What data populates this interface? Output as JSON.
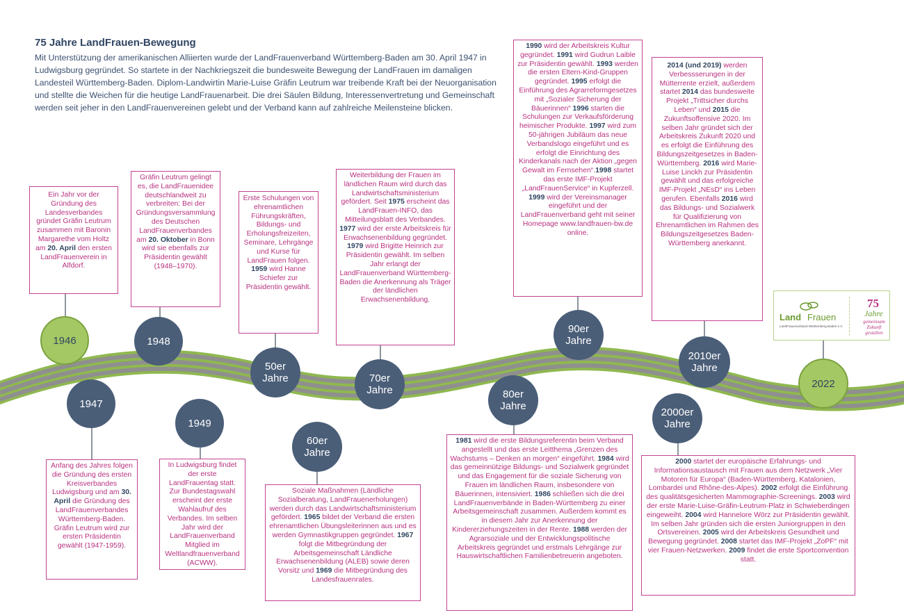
{
  "intro": {
    "title": "75 Jahre LandFrauen-Bewegung",
    "text": "Mit Unterstützung der amerikanischen Alliierten wurde der LandFrauenverband Württemberg-Baden am 30. April 1947 in Ludwigsburg gegründet. So startete in der Nachkriegszeit die bundesweite Bewegung der LandFrauen im damaligen Landesteil Württemberg-Baden. Diplom-Landwirtin Marie-Luise Gräfin Leutrum war treibende Kraft bei der Neuorganisation und stellte die Weichen für die heutige LandFrauenarbeit. Die drei Säulen Bildung, Interessenvertretung und Gemeinschaft werden seit jeher in den LandFrauenvereinen gelebt und der Verband kann auf zahlreiche Meilensteine blicken."
  },
  "colors": {
    "accent_text": "#b8317f",
    "box_border": "#c2418f",
    "highlight": "#2f4562",
    "circle_dark": "#4a5e78",
    "circle_green": "#a4c864",
    "road_green": "#8fb84f",
    "road_grey": "#8f8f8f"
  },
  "milestones": [
    {
      "id": "1946",
      "label": "1946",
      "style": "green",
      "text": "Ein Jahr vor der Gründung des Landesverbandes gründet Gräfin Leutrum zusammen mit Baronin Margarethe vom Holtz am <b>20. April</b> den ersten LandFrauenverein in Alfdorf."
    },
    {
      "id": "1947",
      "label": "1947",
      "style": "dark",
      "text": "Anfang des Jahres folgen die Gründung des ersten Kreisverbandes Ludwigsburg und am <b>30. April</b> die Gründung des LandFrauenverbandes Württemberg-Baden. Gräfin Leutrum wird zur ersten Präsidentin gewählt (1947-1959)."
    },
    {
      "id": "1948",
      "label": "1948",
      "style": "dark",
      "text": "Gräfin Leutrum gelingt es, die LandFrauenidee deutschlandweit zu verbreiten: Bei der Gründungsversammlung des Deutschen LandFrauenverbandes am <b>20. Oktober</b> in Bonn wird sie ebenfalls zur Präsidentin gewählt (1948–1970)."
    },
    {
      "id": "1949",
      "label": "1949",
      "style": "dark",
      "text": "In Ludwigsburg findet der erste LandFrauentag statt. Zur Bundestagswahl erscheint der erste Wahlaufruf des Verbandes. Im selben Jahr wird der LandFrauenverband Mitglied im Weltlandfrauenverband (ACWW)."
    },
    {
      "id": "50er",
      "label": "50er Jahre",
      "style": "dark",
      "text": "Erste Schulungen von ehrenamtlichen Führungskräften, Bildungs- und Erholungsfreizeiten, Seminare, Lehrgänge und Kurse für LandFrauen folgen. <b>1959</b> wird Hanne Schiefer zur Präsidentin gewählt."
    },
    {
      "id": "60er",
      "label": "60er Jahre",
      "style": "dark",
      "text": "Soziale Maßnahmen (Ländliche Sozialberatung, LandFrauenerholungen) werden durch das Landwirtschaftsministerium gefördert. <b>1965</b> bildet der Verband die ersten ehrenamtlichen Übungsleiterinnen aus und es werden Gymnastikgruppen gegründet. <b>1967</b> folgt die Mitbegründung der Arbeitsgemeinschaft Ländliche Erwachsenenbildung (ALEB) sowie deren Vorsitz und <b>1969</b> die Mitbegründung des Landesfrauenrates."
    },
    {
      "id": "70er",
      "label": "70er Jahre",
      "style": "dark",
      "text": "Weiterbildung der Frauen im ländlichen Raum wird durch das Landwirtschaftsministerium gefördert. Seit <b>1975</b> erscheint das LandFrauen-INFO, das Mitteilungsblatt des Verbandes. <b>1977</b> wird der erste Arbeitskreis für Erwachsenenbildung gegründet. <b>1979</b> wird Brigitte Heinrich zur Präsidentin gewählt. Im selben Jahr erlangt der LandFrauenverband Württemberg-Baden die Anerkennung als Träger der ländlichen Erwachsenenbildung."
    },
    {
      "id": "80er",
      "label": "80er Jahre",
      "style": "dark",
      "text": "<b>1981</b> wird die erste Bildungsreferentin beim Verband angestellt und das erste Leitthema „Grenzen des Wachstums – Denken an morgen“ eingeführt. <b>1984</b> wird das gemeinnützige Bildungs- und Sozialwerk gegründet und das Engagement für die soziale Sicherung von Frauen im ländlichen Raum, insbesondere von Bäuerinnen, intensiviert. <b>1986</b> schließen sich die drei LandFrauenverbände in Baden-Württemberg zu einer Arbeitsgemeinschaft zusammen. Außerdem kommt es in diesem Jahr zur Anerkennung der Kindererziehungszeiten in der Rente. <b>1988</b> werden der Agrarsoziale und der Entwicklungspolitische Arbeitskreis gegründet und erstmals Lehrgänge zur Hauswirtschaftlichen Familienbetreuerin angeboten."
    },
    {
      "id": "90er",
      "label": "90er Jahre",
      "style": "dark",
      "text": "<b>1990</b> wird der Arbeitskreis Kultur gegründet. <b>1991</b> wird Gudrun Laible zur Präsidentin gewählt. <b>1993</b> werden die ersten Eltern-Kind-Gruppen gegründet. <b>1995</b> erfolgt die Einführung des Agrarreformgesetzes mit „Sozialer Sicherung der Bäuerinnen“ <b>1996</b> starten die Schulungen zur Verkaufsförderung heimischer Produkte. <b>1997</b> wird zum 50-jährigen Jubiläum das neue Verbandslogo eingeführt und es erfolgt die Einrichtung des Kinderkanals nach der Aktion „gegen Gewalt im Fernsehen“.<b>1998</b> startet das erste IMF-Projekt „LandFrauenService“ in Kupferzell. <b>1999</b> wird der Vereinsmanager eingeführt und der LandFrauenverband geht mit seiner Homepage www.landfrauen-bw.de online."
    },
    {
      "id": "2000er",
      "label": "2000er Jahre",
      "style": "dark",
      "text": "<b>2000</b> startet der europäische Erfahrungs- und Informationsaustausch mit Frauen aus dem Netzwerk „Vier Motoren für Europa“ (Baden-Württemberg, Katalonien, Lombardei und Rhône-des-Alpes). <b>2002</b> erfolgt die Einführung des qualitätsgesicherten Mammographie-Screenings. <b>2003</b> wird der erste Marie-Luise-Gräfin-Leutrum-Platz in Schwieberdingen eingeweiht. <b>2004</b> wird Hannelore Wörz zur Präsidentin gewählt. Im selben Jahr gründen sich die ersten Juniorgruppen in den Ortsvereinen. <b>2005</b> wird der Arbeitskreis Gesundheit und Bewegung gegründet. <b>2008</b> startet das IMF-Projekt „ZoPF“ mit vier Frauen-Netzwerken. <b>2009</b> findet die erste Sportconvention statt."
    },
    {
      "id": "2010er",
      "label": "2010er Jahre",
      "style": "dark",
      "text": "<b>2014 (und 2019)</b> werden Verbessserungen in der Mütterrente erzielt, außerdem startet <b>2014</b> das bundesweite Projekt „Trittsicher durchs Leben“ und <b>2015</b> die Zukunftsoffensive 2020. Im selben Jahr gründet sich der Arbeitskreis Zukunft 2020 und es erfolgt die Einführung des Bildungszeitgesetzes in Baden-Württemberg. <b>2016</b> wird Marie-Luise Linckh zur Präsidentin gewählt und das erfolgreiche IMF-Projekt „NEsD“ ins Leben gerufen. Ebenfalls <b>2016</b> wird das Bildungs- und Sozialwerk für Qualifizierung von Ehrenamtlichen im Rahmen des Bildungszeitgesetzes Baden-Württemberg anerkannt."
    },
    {
      "id": "2022",
      "label": "2022",
      "style": "green",
      "text": ""
    }
  ],
  "logo": {
    "name_a": "Land",
    "name_b": "Frauen",
    "subtitle": "LandFrauenverband Württemberg-Baden e.V.",
    "number": "75",
    "jahre": "Jahre",
    "slogan": "gemeinsam Zukunft gestalten"
  }
}
